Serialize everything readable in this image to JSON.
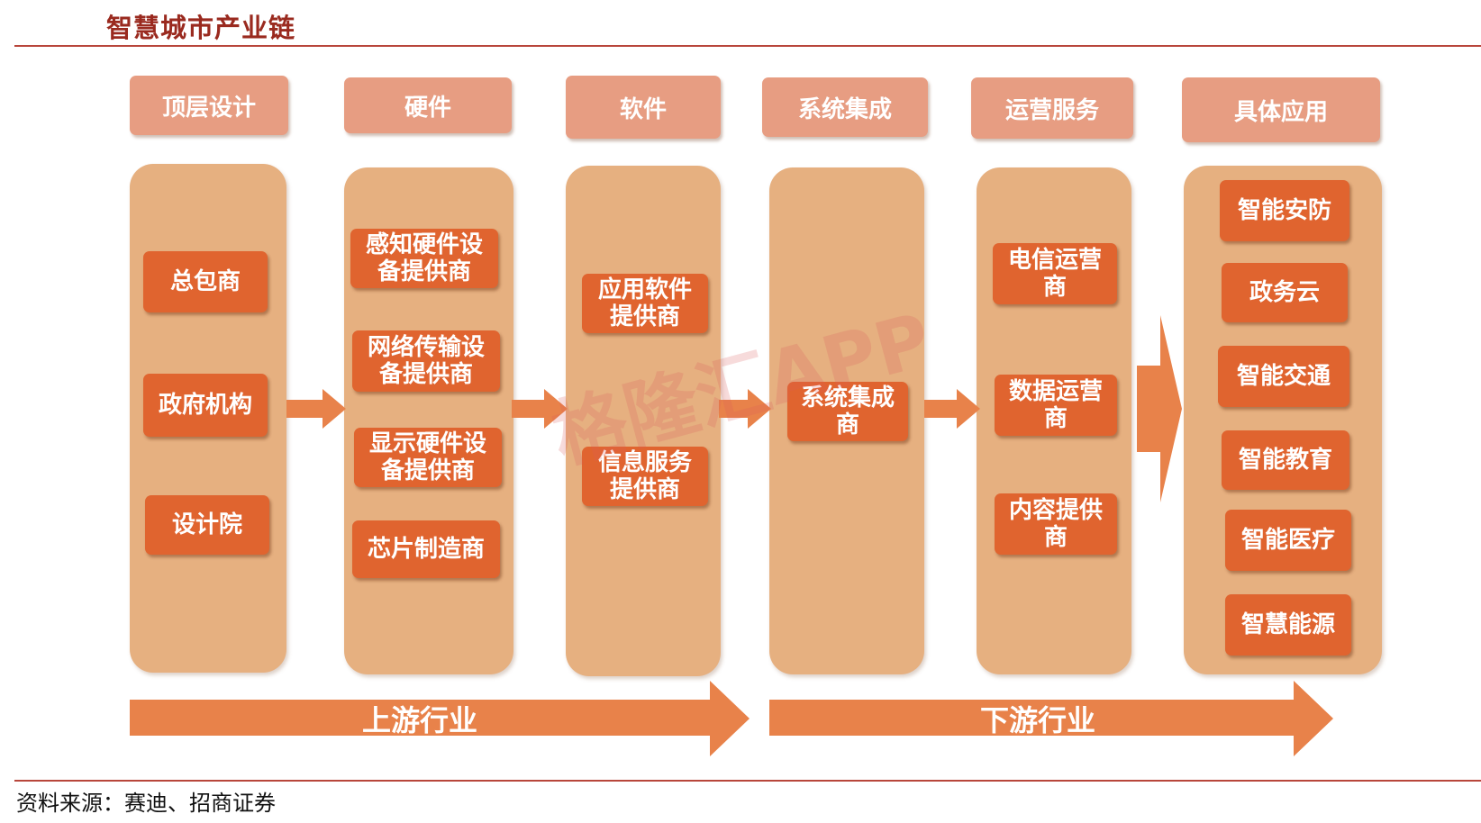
{
  "title": "智慧城市产业链",
  "source": "资料来源：赛迪、招商证券",
  "watermark": "格隆汇APP",
  "colors": {
    "header": "#e79d82",
    "panel": "#e6b080",
    "box": "#e0642f",
    "arrow": "#e8824a",
    "rule": "#b8463b",
    "title": "#9a2a1f"
  },
  "columns": [
    {
      "header": "顶层设计",
      "items": [
        "总包商",
        "政府机构",
        "设计院"
      ]
    },
    {
      "header": "硬件",
      "items": [
        "感知硬件设备提供商",
        "网络传输设备提供商",
        "显示硬件设备提供商",
        "芯片制造商"
      ]
    },
    {
      "header": "软件",
      "items": [
        "应用软件提供商",
        "信息服务提供商"
      ]
    },
    {
      "header": "系统集成",
      "items": [
        "系统集成商"
      ]
    },
    {
      "header": "运营服务",
      "items": [
        "电信运营商",
        "数据运营商",
        "内容提供商"
      ]
    },
    {
      "header": "具体应用",
      "items": [
        "智能安防",
        "政务云",
        "智能交通",
        "智能教育",
        "智能医疗",
        "智慧能源"
      ]
    }
  ],
  "banners": {
    "upstream": "上游行业",
    "downstream": "下游行业"
  }
}
